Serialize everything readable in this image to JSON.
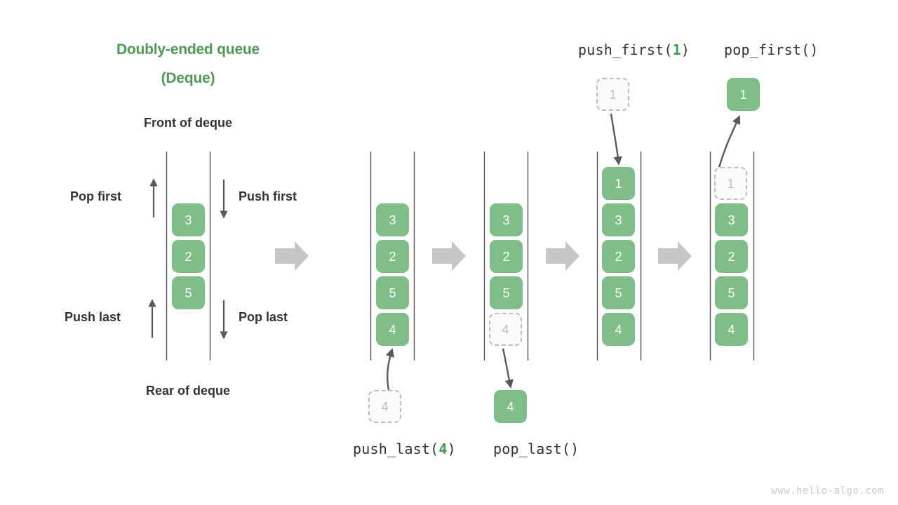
{
  "diagram": {
    "title_line1": "Doubly-ended queue",
    "title_line2": "(Deque)",
    "front_label": "Front of deque",
    "rear_label": "Rear of deque",
    "watermark": "www.hello-algo.com",
    "accent_green": "#4e9a55",
    "node_green": "#7fbd89",
    "ghost_gray": "#bdbdbd",
    "arrow_gray": "#c6c6c6",
    "text_dark": "#333333"
  },
  "legend": {
    "pop_first": "Pop first",
    "push_first": "Push first",
    "push_last": "Push last",
    "pop_last": "Pop last"
  },
  "operations": {
    "push_first_name": "push_first(",
    "push_first_arg": "1",
    "push_first_close": ")",
    "pop_first": "pop_first()",
    "push_last_name": "push_last(",
    "push_last_arg": "4",
    "push_last_close": ")",
    "pop_last": "pop_last()"
  },
  "panels": [
    {
      "id": "initial",
      "caption": "",
      "nodes": [
        "3",
        "2",
        "5"
      ],
      "ghost": null
    },
    {
      "id": "after-push-last",
      "caption": "push_last(4)",
      "nodes": [
        "3",
        "2",
        "5",
        "4"
      ],
      "incoming": "4"
    },
    {
      "id": "after-pop-last",
      "caption": "pop_last()",
      "nodes": [
        "3",
        "2",
        "5"
      ],
      "ghost": "4",
      "outgoing": "4"
    },
    {
      "id": "after-push-first",
      "caption": "push_first(1)",
      "nodes": [
        "1",
        "3",
        "2",
        "5",
        "4"
      ],
      "incoming": "1"
    },
    {
      "id": "after-pop-first",
      "caption": "pop_first()",
      "nodes": [
        "3",
        "2",
        "5",
        "4"
      ],
      "ghost": "1",
      "outgoing": "1"
    }
  ],
  "values": {
    "v3": "3",
    "v2": "2",
    "v5": "5",
    "v4": "4",
    "v1": "1"
  }
}
